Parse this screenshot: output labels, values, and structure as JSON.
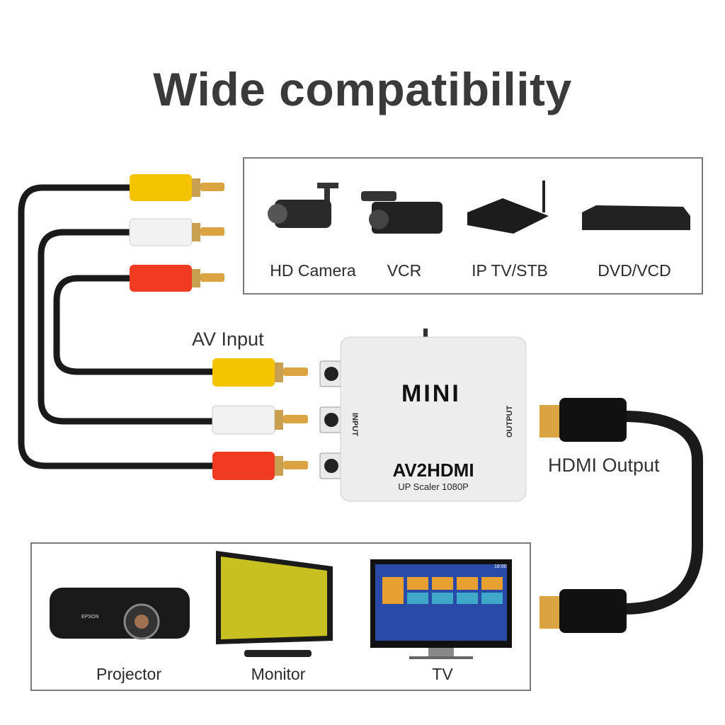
{
  "title": "Wide compatibility",
  "sources": [
    {
      "label": "HD Camera",
      "icon": "security-camera-icon"
    },
    {
      "label": "VCR",
      "icon": "camcorder-icon"
    },
    {
      "label": "IP TV/STB",
      "icon": "set-top-box-icon"
    },
    {
      "label": "DVD/VCD",
      "icon": "dvd-player-icon"
    }
  ],
  "av_input_label": "AV Input",
  "hdmi_output_label": "HDMI Output",
  "adapter": {
    "brand": "MINI",
    "input": "INPUT",
    "output": "OUTPUT",
    "model": "AV2HDMI",
    "subtitle": "UP Scaler 1080P"
  },
  "displays": [
    {
      "label": "Projector",
      "icon": "projector-icon",
      "brand": "EPSON"
    },
    {
      "label": "Monitor",
      "icon": "monitor-icon"
    },
    {
      "label": "TV",
      "icon": "tv-icon",
      "clock": "18:00"
    }
  ],
  "colors": {
    "yellow": "#f5c400",
    "white": "#f2f2f2",
    "red": "#f03a22",
    "gold": "#d9a441",
    "cable": "#1a1a1a"
  }
}
